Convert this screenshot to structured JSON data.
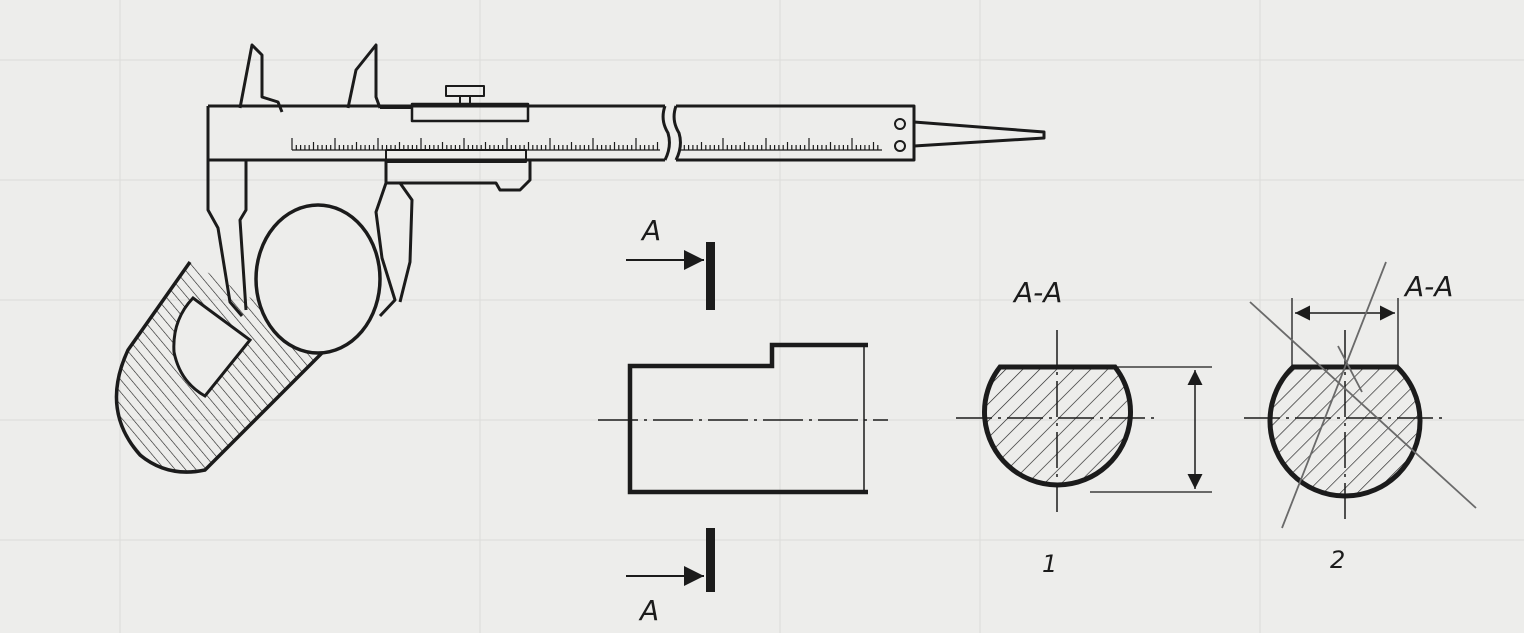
{
  "labels": {
    "section_arrow_top": "A",
    "section_arrow_bottom": "A",
    "section_title_1": "A-A",
    "section_title_2": "A-A",
    "variant_1": "1",
    "variant_2": "2"
  },
  "colors": {
    "ink": "#1b1b1b",
    "paper": "#ededeb",
    "grid": "#d6d6d3"
  }
}
